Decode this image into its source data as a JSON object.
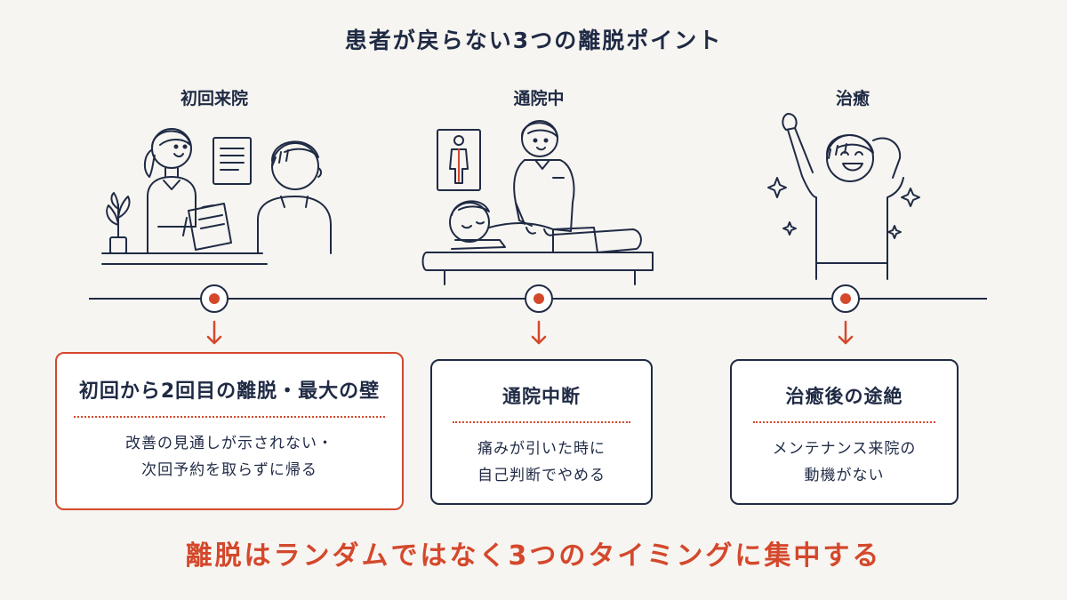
{
  "title": "患者が戻らない3つの離脱ポイント",
  "stages": [
    {
      "label": "初回来院",
      "card_title": "初回から2回目の離脱・最大の壁",
      "lines": [
        "改善の見通しが示されない・",
        "次回予約を取らずに帰る"
      ],
      "highlight": true
    },
    {
      "label": "通院中",
      "card_title": "通院中断",
      "lines": [
        "痛みが引いた時に",
        "自己判断でやめる"
      ],
      "highlight": false
    },
    {
      "label": "治癒",
      "card_title": "治癒後の途絶",
      "lines": [
        "メンテナンス来院の",
        "動機がない"
      ],
      "highlight": false
    }
  ],
  "footer": "離脱はランダムではなく3つのタイミングに集中する",
  "colors": {
    "accent": "#d4482c",
    "ink": "#1f2a44",
    "background": "#f7f5f1"
  }
}
